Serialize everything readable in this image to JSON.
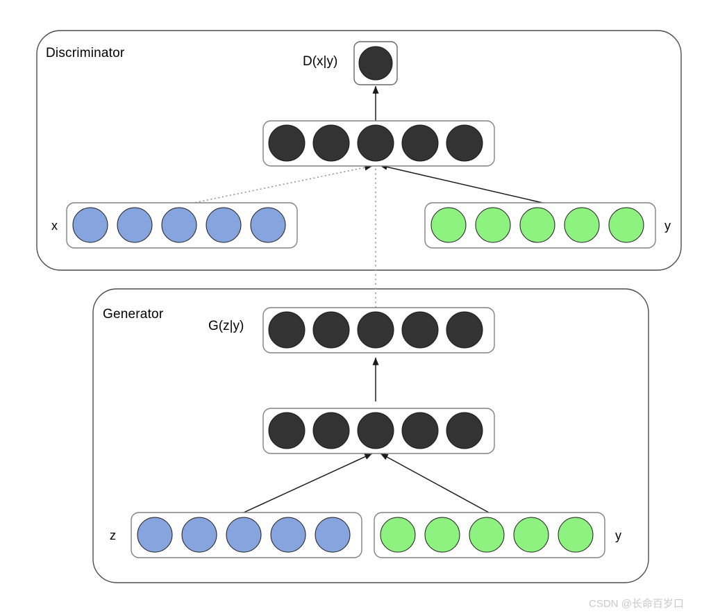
{
  "figure": {
    "title": "Conditional GAN architecture diagram",
    "background": "#ffffff"
  },
  "colors": {
    "node_dark": "#333333",
    "node_blue": "#86a4de",
    "node_green": "#8ef280",
    "box_stroke": "#808080",
    "panel_stroke": "#4d4d4d",
    "node_stroke": "#1a1a1a",
    "arrow_solid": "#1a1a1a",
    "arrow_dotted": "#999999",
    "watermark": "#c8c8c8"
  },
  "panels": [
    {
      "id": "discriminator",
      "label": "Discriminator"
    },
    {
      "id": "generator",
      "label": "Generator"
    }
  ],
  "discriminator": {
    "label": "Discriminator",
    "output": {
      "label": "D(x|y)",
      "node_count": 1,
      "node_color": "node_dark"
    },
    "hidden_layer": {
      "node_count": 5,
      "node_color": "node_dark"
    },
    "inputs": [
      {
        "label": "x",
        "label_side": "left",
        "node_count": 5,
        "node_color": "node_blue"
      },
      {
        "label": "y",
        "label_side": "right",
        "node_count": 5,
        "node_color": "node_green"
      }
    ]
  },
  "generator": {
    "label": "Generator",
    "output": {
      "label": "G(z|y)",
      "node_count": 5,
      "node_color": "node_dark"
    },
    "hidden_layer": {
      "node_count": 5,
      "node_color": "node_dark"
    },
    "inputs": [
      {
        "label": "z",
        "label_side": "left",
        "node_count": 5,
        "node_color": "node_blue"
      },
      {
        "label": "y",
        "label_side": "right",
        "node_count": 5,
        "node_color": "node_green"
      }
    ]
  },
  "edges": [
    {
      "from": "discriminator.hidden_layer",
      "to": "discriminator.output",
      "style": "solid"
    },
    {
      "from": "discriminator.input_x",
      "to": "discriminator.hidden_layer",
      "style": "dotted"
    },
    {
      "from": "discriminator.input_y",
      "to": "discriminator.hidden_layer",
      "style": "solid"
    },
    {
      "from": "generator.output",
      "to": "discriminator.hidden_layer",
      "style": "dotted"
    },
    {
      "from": "generator.hidden_layer",
      "to": "generator.output",
      "style": "solid"
    },
    {
      "from": "generator.input_z",
      "to": "generator.hidden_layer",
      "style": "solid"
    },
    {
      "from": "generator.input_y",
      "to": "generator.hidden_layer",
      "style": "solid"
    }
  ],
  "watermark": {
    "text": "CSDN @长命百岁口"
  }
}
